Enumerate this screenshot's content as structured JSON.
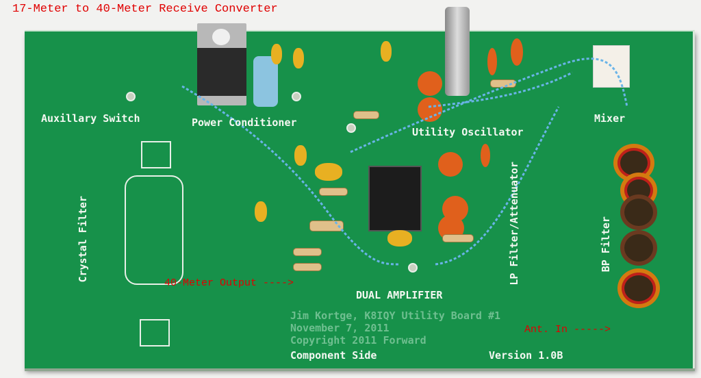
{
  "title": "17-Meter to 40-Meter Receive Converter",
  "annotations": {
    "output": "40-Meter Output ---->",
    "antenna": "Ant. In ----->"
  },
  "sections": {
    "aux_switch": "Auxillary Switch",
    "power": "Power Conditioner",
    "oscillator": "Utility Oscillator",
    "mixer": "Mixer",
    "crystal_filter": "Crystal Filter",
    "lp_filter": "LP Filter/Attenuator",
    "bp_filter": "BP Filter",
    "amplifier": "DUAL AMPLIFIER"
  },
  "credits": {
    "line1": "Jim Kortge, K8IQY Utility Board #1",
    "line2": "November 7, 2011",
    "line3": "Copyright 2011 Forward"
  },
  "footer": {
    "side": "Component Side",
    "version": "Version 1.0B"
  },
  "colors": {
    "board": "#17914a",
    "annotation": "#e00000",
    "silkscreen": "#f4f8f2"
  }
}
